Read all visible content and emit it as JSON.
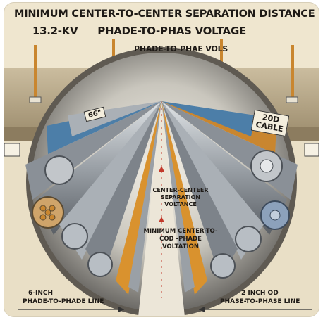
{
  "image": {
    "title": "MINIMUM CENTER-TO-CENTER SEPARATION DISTANCE",
    "subtitle_voltage": "13.2-KV",
    "subtitle_rest": "PHADE-TO-PHAS VOLTAGE",
    "subtitle_secondary": "PHADE-TO-PHAE VOLS",
    "cable_label": "66\"",
    "sign_line1": "20D",
    "sign_line2": "CABLE",
    "center_text": "CENTER-CENTEER SEPARATION VOLTANCE",
    "center_text2": "MINIMUM CENTER-TO-COD -PHADE VOLTATION",
    "bottom_left_line1": "6-INCH",
    "bottom_left_line2": "PHADE-TO-PHADE LINE",
    "bottom_right_line1": "2 INCH OD",
    "bottom_right_line2": "PHASE-TO-PHASE LINE"
  },
  "colors": {
    "background": "#efe6cf",
    "concrete": "#b9ab8e",
    "pipe_gray": "#9aa0a6",
    "cable_orange": "#d9922e",
    "cable_blue": "#4c7ea8",
    "ink": "#1e1a16"
  }
}
